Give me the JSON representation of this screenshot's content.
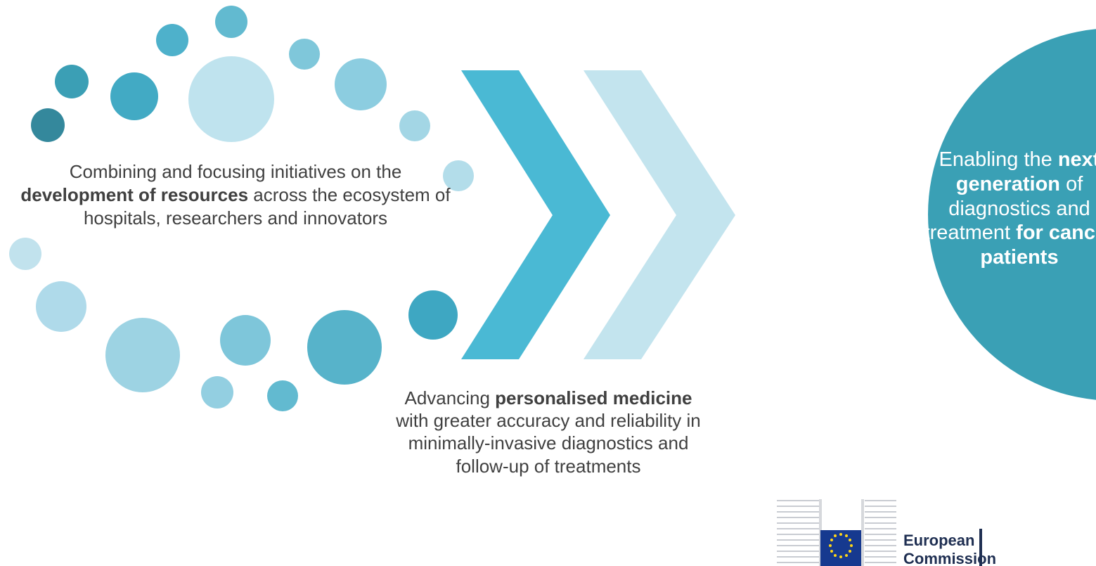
{
  "left_text": {
    "pre": "Combining and focusing initiatives on the",
    "bold": "development of resources",
    "post": "across the ecosystem of hospitals, researchers and innovators"
  },
  "bottom_text": {
    "pre": "Advancing",
    "bold": "personalised medicine",
    "post": "with greater accuracy and reliability in minimally-invasive diagnostics and follow-up of treatments"
  },
  "goal_text": {
    "pre": "Enabling the",
    "bold1": "next generation",
    "mid": "of diagnostics and treatment",
    "bold2": "for cancer patients"
  },
  "logo": {
    "line1": "European",
    "line2": "Commission"
  },
  "colors": {
    "chevron_dark": "#4ab9d4",
    "chevron_light": "#c3e4ee",
    "goal_circle": "#3aa0b5",
    "text": "#404040",
    "logo_text": "#1f2f52"
  }
}
